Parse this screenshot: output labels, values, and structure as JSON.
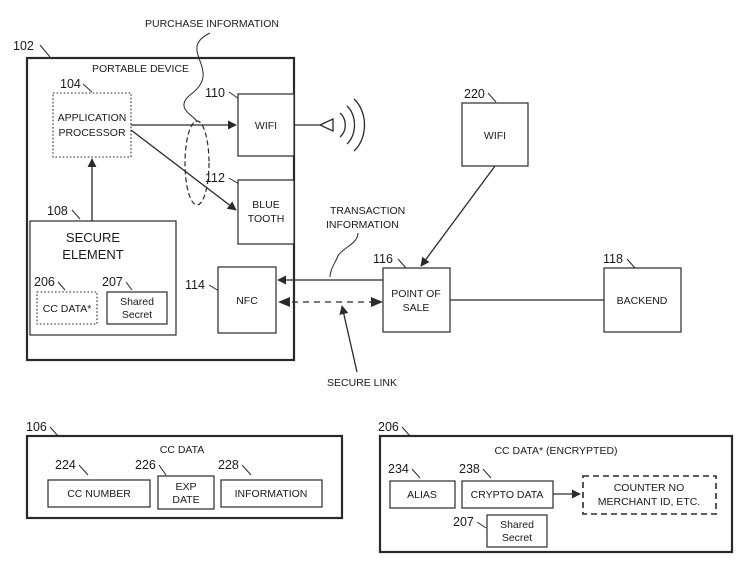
{
  "labels": {
    "purchase_information": "PURCHASE INFORMATION",
    "portable_device": "PORTABLE DEVICE",
    "transaction_info_line1": "TRANSACTION",
    "transaction_info_line2": "INFORMATION",
    "secure_link": "SECURE LINK"
  },
  "refs": {
    "r102": "102",
    "r104": "104",
    "r110": "110",
    "r112": "112",
    "r108": "108",
    "r206": "206",
    "r207": "207",
    "r114": "114",
    "r116": "116",
    "r118": "118",
    "r220": "220",
    "r106": "106",
    "r224": "224",
    "r226": "226",
    "r228": "228",
    "r206b": "206",
    "r234": "234",
    "r238": "238",
    "r207b": "207"
  },
  "boxes": {
    "app_processor_line1": "APPLICATION",
    "app_processor_line2": "PROCESSOR",
    "wifi_device": "WIFI",
    "bluetooth_line1": "BLUE",
    "bluetooth_line2": "TOOTH",
    "secure_element_line1": "SECURE",
    "secure_element_line2": "ELEMENT",
    "cc_data_star": "CC DATA*",
    "shared_secret_line1": "Shared",
    "shared_secret_line2": "Secret",
    "nfc": "NFC",
    "pos_line1": "POINT OF",
    "pos_line2": "SALE",
    "backend": "BACKEND",
    "wifi_220": "WIFI"
  },
  "cc_data_panel": {
    "title": "CC DATA",
    "cc_number": "CC NUMBER",
    "exp_line1": "EXP",
    "exp_line2": "DATE",
    "information": "INFORMATION"
  },
  "cc_data_encrypted_panel": {
    "title": "CC DATA* (ENCRYPTED)",
    "alias": "ALIAS",
    "crypto_data": "CRYPTO DATA",
    "counter_line1": "COUNTER NO",
    "counter_line2": "MERCHANT ID, ETC.",
    "shared_secret_line1": "Shared",
    "shared_secret_line2": "Secret"
  }
}
